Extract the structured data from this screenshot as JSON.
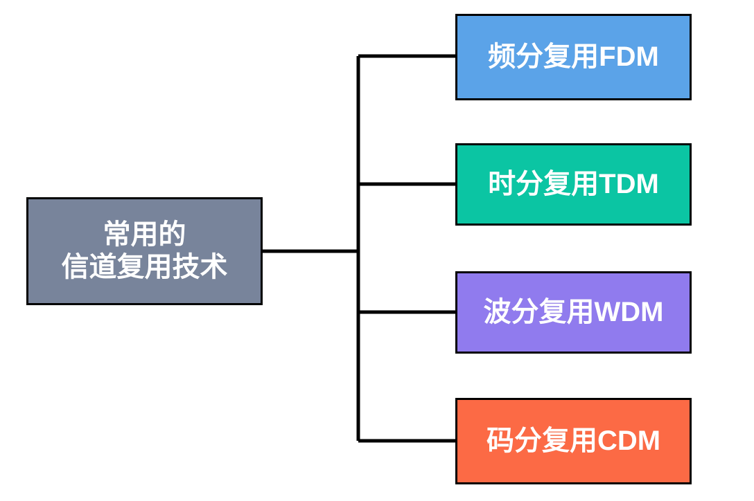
{
  "diagram": {
    "title": "常用的信道复用技术",
    "type": "horizontal-tree",
    "orientation": "left-to-right",
    "line_color": "#000000",
    "background_color": "#ffffff",
    "root": {
      "id": "root",
      "label": "常用的\n信道复用技术",
      "line1": "常用的",
      "line2": "信道复用技术",
      "fill_color": "#78849B",
      "text_color": "#ffffff",
      "border_color": "#000000"
    },
    "children": [
      {
        "id": "fdm",
        "label": "频分复用FDM",
        "cn": "频分复用",
        "abbr": "FDM",
        "fill_color": "#5BA3E8",
        "text_color": "#ffffff",
        "border_color": "#000000"
      },
      {
        "id": "tdm",
        "label": "时分复用TDM",
        "cn": "时分复用",
        "abbr": "TDM",
        "fill_color": "#0BC5A3",
        "text_color": "#ffffff",
        "border_color": "#000000"
      },
      {
        "id": "wdm",
        "label": "波分复用WDM",
        "cn": "波分复用",
        "abbr": "WDM",
        "fill_color": "#907BEE",
        "text_color": "#ffffff",
        "border_color": "#000000"
      },
      {
        "id": "cdm",
        "label": "码分复用CDM",
        "cn": "码分复用",
        "abbr": "CDM",
        "fill_color": "#FC6A45",
        "text_color": "#ffffff",
        "border_color": "#000000"
      }
    ]
  }
}
